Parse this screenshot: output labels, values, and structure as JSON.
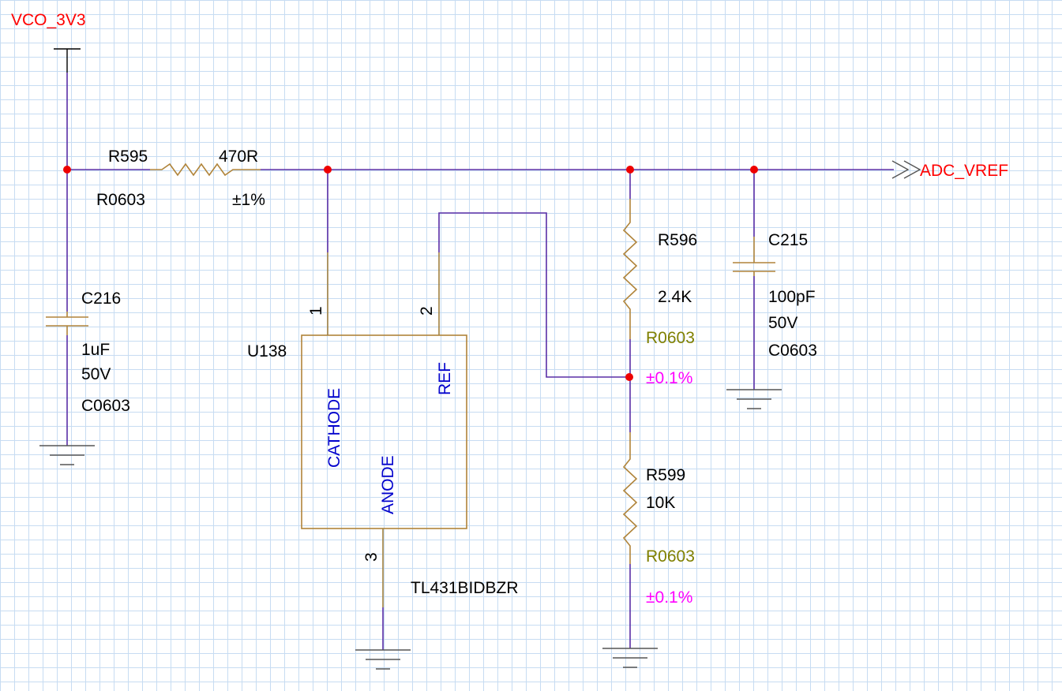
{
  "colors": {
    "net_label": "#ff0000",
    "component_text": "#000000",
    "footprint": "#808000",
    "tolerance": "#ff00ff",
    "pin_name": "#0000cc",
    "wire": "#5a2ea6",
    "junction": "#ee0000",
    "grid": "#c7dcf2"
  },
  "nets": {
    "power": "VCO_3V3",
    "output": "ADC_VREF"
  },
  "components": {
    "r595": {
      "ref": "R595",
      "value": "470R",
      "footprint": "R0603",
      "tolerance": "±1%"
    },
    "c216": {
      "ref": "C216",
      "value": "1uF",
      "voltage": "50V",
      "footprint": "C0603"
    },
    "u138": {
      "ref": "U138",
      "part": "TL431BIDBZR",
      "pins": [
        {
          "number": "1",
          "name": "CATHODE"
        },
        {
          "number": "2",
          "name": "REF"
        },
        {
          "number": "3",
          "name": "ANODE"
        }
      ]
    },
    "r596": {
      "ref": "R596",
      "value": "2.4K",
      "footprint": "R0603",
      "tolerance": "±0.1%"
    },
    "r599": {
      "ref": "R599",
      "value": "10K",
      "footprint": "R0603",
      "tolerance": "±0.1%"
    },
    "c215": {
      "ref": "C215",
      "value": "100pF",
      "voltage": "50V",
      "footprint": "C0603"
    }
  },
  "icons": [
    "ground-symbol-icon",
    "power-port-icon",
    "offpage-connector-icon",
    "junction-dot-icon"
  ]
}
